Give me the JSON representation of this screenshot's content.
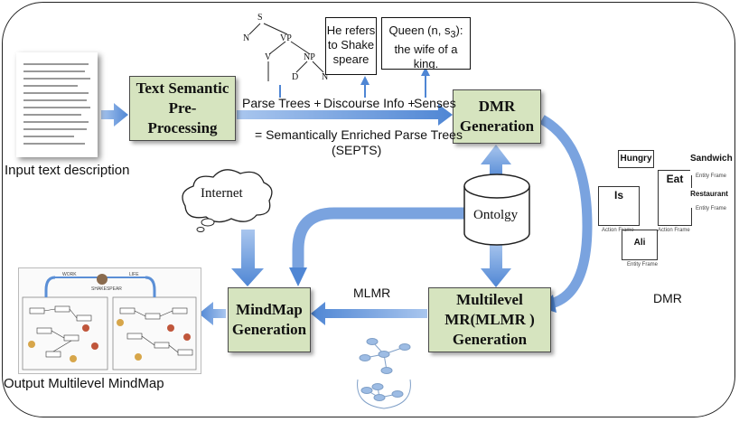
{
  "processes": {
    "text_semantic": "Text Semantic\nPre-\nProcessing",
    "dmr_generation": "DMR\nGeneration",
    "mlmr_generation": "Multilevel\nMR(MLMR )\nGeneration",
    "mindmap_generation": "MindMap\nGeneration"
  },
  "labels": {
    "input_text": "Input text description",
    "parse_trees": "Parse Trees +",
    "discourse_info": "Discourse Info +",
    "senses": "Senses",
    "septs_line1": "= Semantically Enriched Parse Trees",
    "septs_line2": "(SEPTS)",
    "mlmr": "MLMR",
    "dmr": "DMR",
    "output": "Output Multilevel MindMap",
    "internet": "Internet",
    "ontology": "Ontolgy"
  },
  "notes": {
    "discourse_example": "He refers to Shakespeare",
    "sense_example_prefix": "Queen (n, s",
    "sense_example_sub": "3",
    "sense_example_suffix": "): the wife of a king."
  },
  "parse_tree": {
    "nodes": [
      "S",
      "N",
      "VP",
      "V",
      "NP",
      "D",
      "N"
    ]
  },
  "dmr_graph": {
    "frames": [
      "Hungry",
      "Is",
      "Eat",
      "Sandwich",
      "Restaurant",
      "Ali"
    ],
    "captions": [
      "Entity Frame",
      "Entity Frame",
      "Action Frame",
      "Action Frame",
      "Entity Frame"
    ]
  },
  "mindmap_thumb": {
    "headers": [
      "WORK",
      "SHAKESPEAR",
      "LIFE"
    ]
  },
  "colors": {
    "process_fill": "#d6e4bf",
    "arrow_blue": "#4f86d4",
    "arrow_light": "#a9c6ee"
  }
}
